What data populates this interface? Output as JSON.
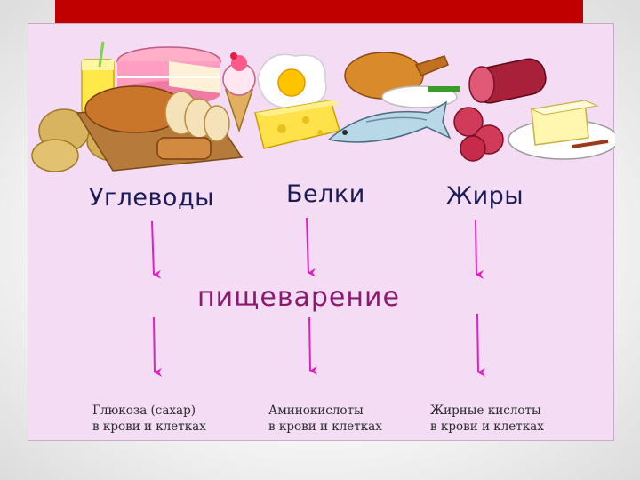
{
  "slide": {
    "accent_color": "#c00000",
    "panel_color": "#f3dcf4",
    "arrow_color": "#e020c0",
    "food_icons": [
      "cake-icon",
      "juice-icon",
      "bread-icon",
      "potato-icon",
      "ice-cream-icon",
      "egg-icon",
      "cheese-icon",
      "chicken-icon",
      "fish-icon",
      "sausage-icon",
      "butter-icon"
    ]
  },
  "nutrients": {
    "carbs": "Углеводы",
    "proteins": "Белки",
    "fats": "Жиры"
  },
  "process": {
    "label": "пищеварение"
  },
  "results": {
    "carbs_line1": "Глюкоза (сахар)",
    "carbs_line2": "в крови и клетках",
    "proteins_line1": "Аминокислоты",
    "proteins_line2": "в крови и клетках",
    "fats_line1": "Жирные кислоты",
    "fats_line2": "в крови и клетках"
  }
}
